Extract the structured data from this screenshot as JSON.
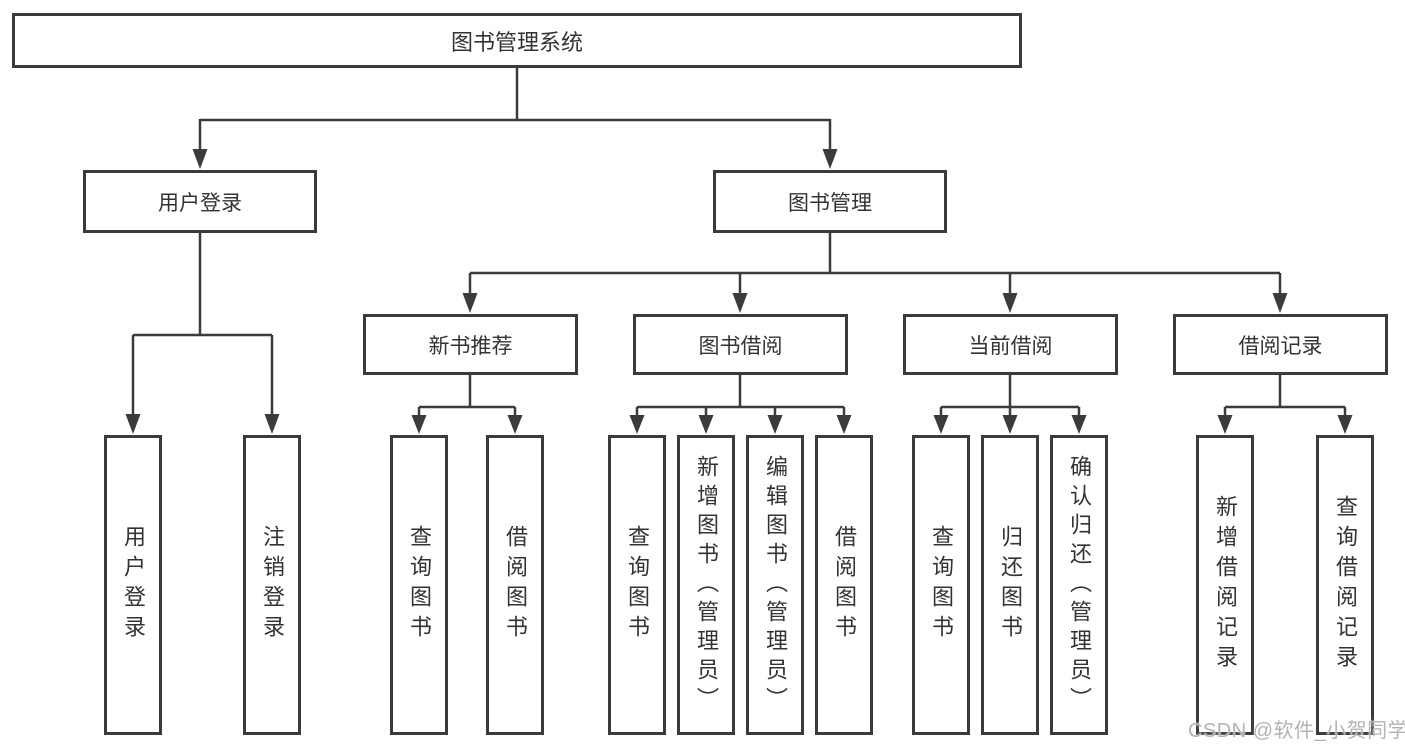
{
  "diagram": {
    "root": {
      "label": "图书管理系统"
    },
    "login_branch": {
      "label": "用户登录",
      "children": [
        {
          "label": "用户登录"
        },
        {
          "label": "注销登录"
        }
      ]
    },
    "management_branch": {
      "label": "图书管理",
      "sections": [
        {
          "label": "新书推荐",
          "children": [
            {
              "label": "查询图书"
            },
            {
              "label": "借阅图书"
            }
          ]
        },
        {
          "label": "图书借阅",
          "children": [
            {
              "label": "查询图书"
            },
            {
              "label": "新增图书（管理员）"
            },
            {
              "label": "编辑图书（管理员）"
            },
            {
              "label": "借阅图书"
            }
          ]
        },
        {
          "label": "当前借阅",
          "children": [
            {
              "label": "查询图书"
            },
            {
              "label": "归还图书"
            },
            {
              "label": "确认归还（管理员）"
            }
          ]
        },
        {
          "label": "借阅记录",
          "children": [
            {
              "label": "新增借阅记录"
            },
            {
              "label": "查询借阅记录"
            }
          ]
        }
      ]
    },
    "line_color": "#3b3b3b",
    "watermark": {
      "text": "CSDN @软件_小贺同学"
    }
  }
}
